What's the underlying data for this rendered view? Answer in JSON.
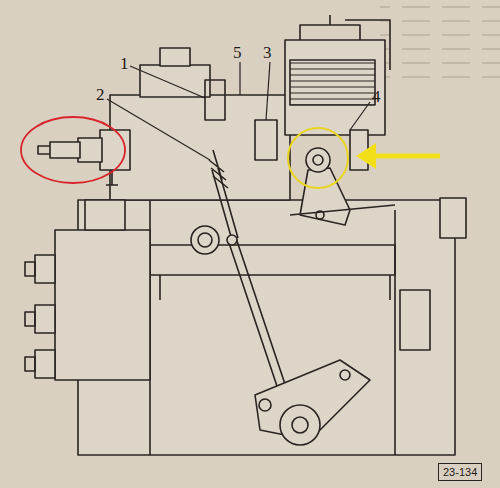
{
  "diagram": {
    "nodes": [
      {
        "text": [
          "23-134"
        ]
      }
    ],
    "labels": [
      "1",
      "2",
      "5",
      "3",
      "4"
    ]
  }
}
